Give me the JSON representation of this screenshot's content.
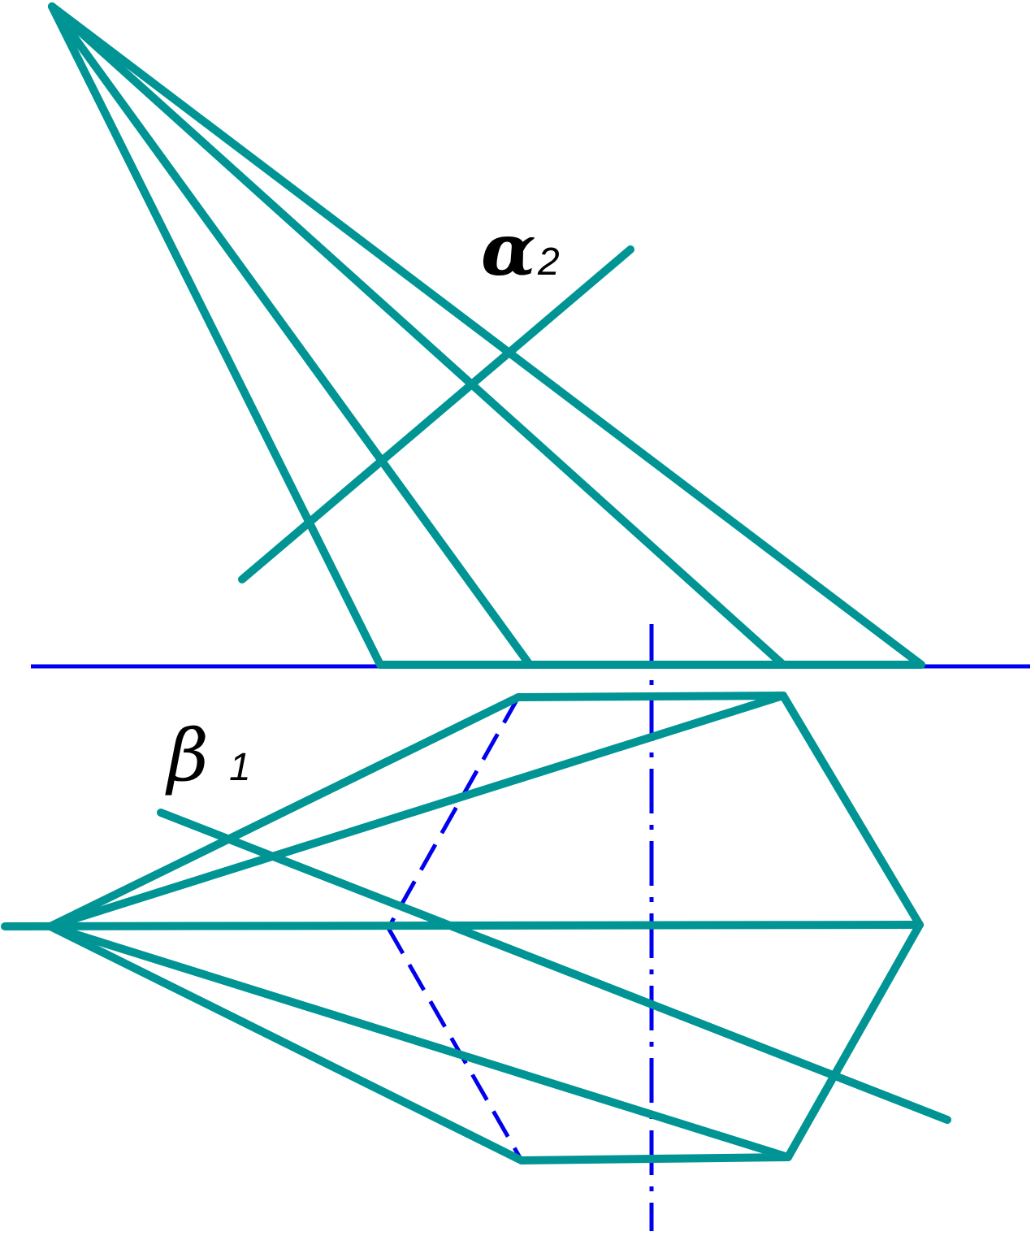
{
  "colors": {
    "pyramid": "#009594",
    "axis": "#0000ee",
    "label": "#000000"
  },
  "labels": {
    "alpha": {
      "symbol": "α",
      "subscript": "2"
    },
    "beta": {
      "symbol": "β",
      "subscript": "1"
    }
  }
}
